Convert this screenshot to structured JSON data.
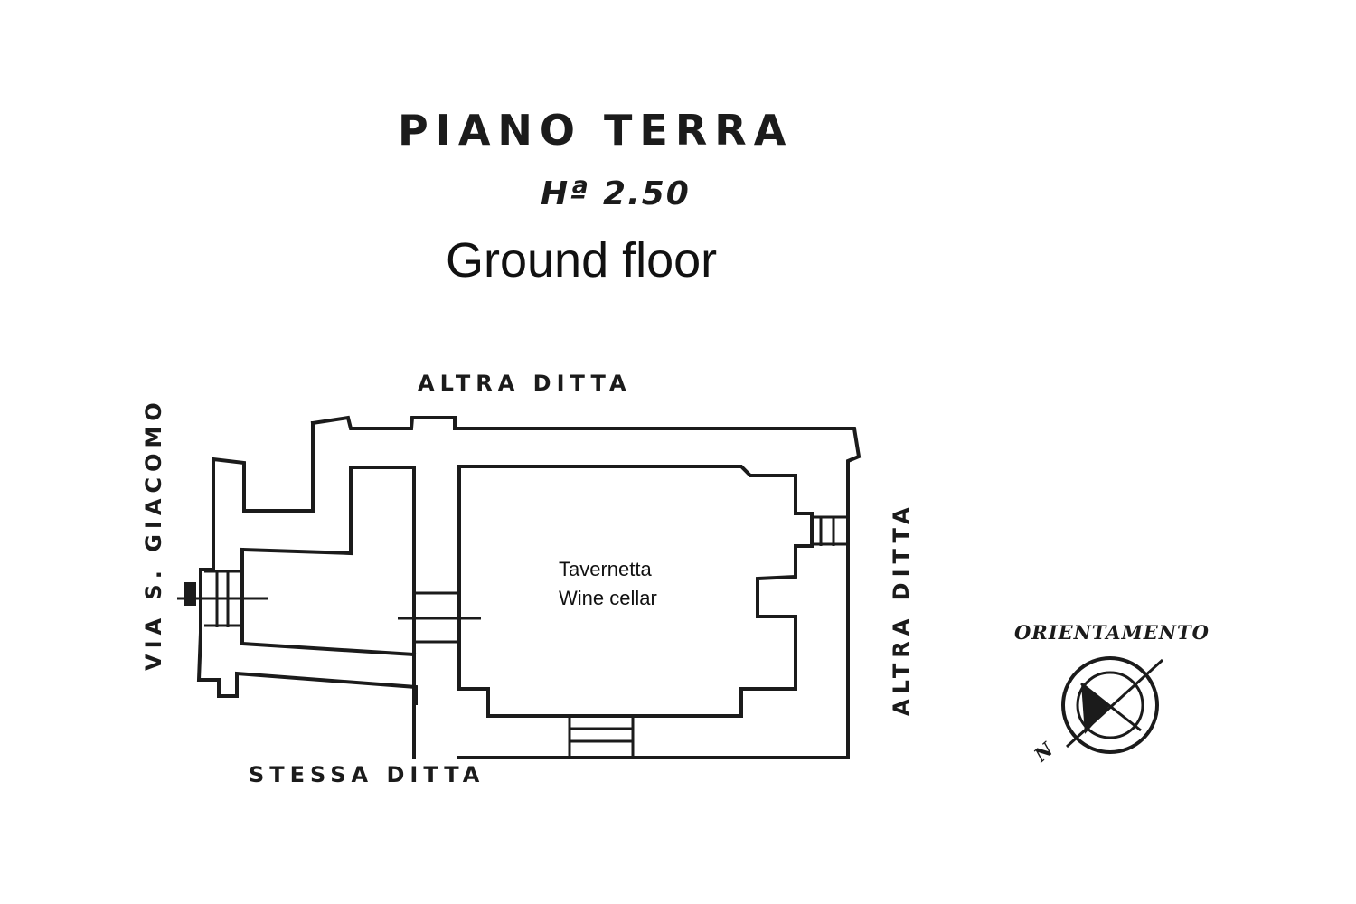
{
  "header": {
    "title": "PIANO TERRA",
    "height_note": "Hª 2.50",
    "caption": "Ground floor"
  },
  "plan": {
    "room_name_it": "Tavernetta",
    "room_name_en": "Wine cellar",
    "label_north": "ALTRA DITTA",
    "label_east": "ALTRA DITTA",
    "label_south": "STESSA DITTA",
    "label_west": "VIA S. GIACOMO"
  },
  "orientation": {
    "label": "ORIENTAMENTO",
    "north_mark": "N"
  },
  "colors": {
    "ink": "#1b1b1b",
    "background": "#ffffff"
  }
}
